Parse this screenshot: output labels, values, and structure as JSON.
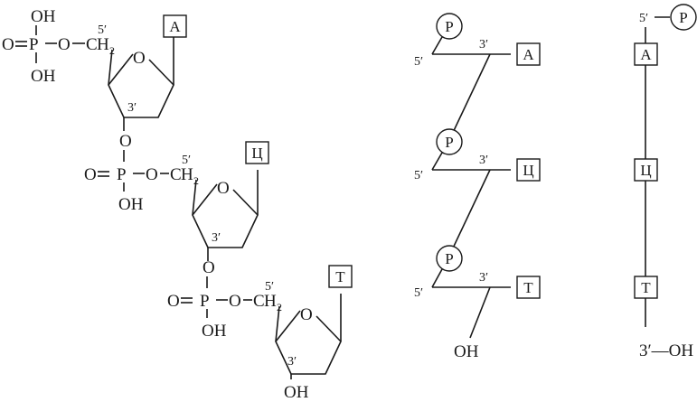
{
  "labels": {
    "oh": "OH",
    "o": "O",
    "p": "P",
    "o_eq": "O",
    "c": "C",
    "h": "H",
    "h_sub": "2",
    "five_prime": "5′",
    "three_prime": "3′",
    "phosphate": "P",
    "five_prime_p": "5′",
    "three_prime_oh": "3′—OH"
  },
  "bases": [
    "А",
    "Ц",
    "Т"
  ]
}
